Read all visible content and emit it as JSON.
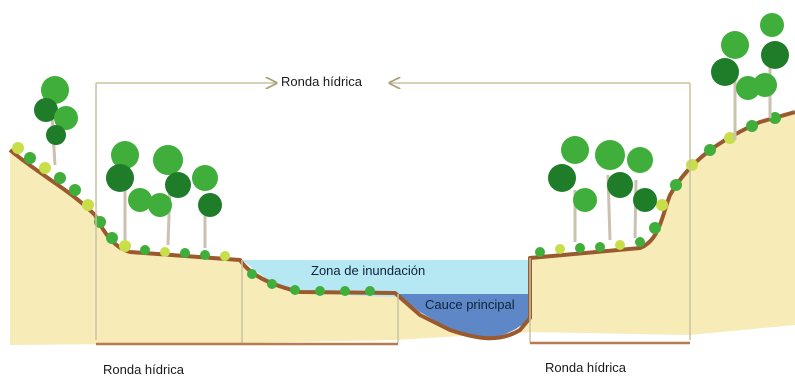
{
  "labels": {
    "ronda_top": "Ronda hídrica",
    "zona_inundacion": "Zona de inundación",
    "cauce_principal": "Cauce principal",
    "ronda_left": "Ronda hídrica",
    "ronda_right": "Ronda hídrica"
  },
  "colors": {
    "soil": "#f7ebb8",
    "bank_edge": "#9b5a2e",
    "floodplain_water": "#b6e8f4",
    "channel_water": "#5d87c6",
    "foliage": "#3fae3a",
    "foliage_dark": "#1f7d2a",
    "grass_light": "#c8df4a",
    "bracket_line": "#c9c3a0",
    "ground_line": "#b97a4e"
  }
}
